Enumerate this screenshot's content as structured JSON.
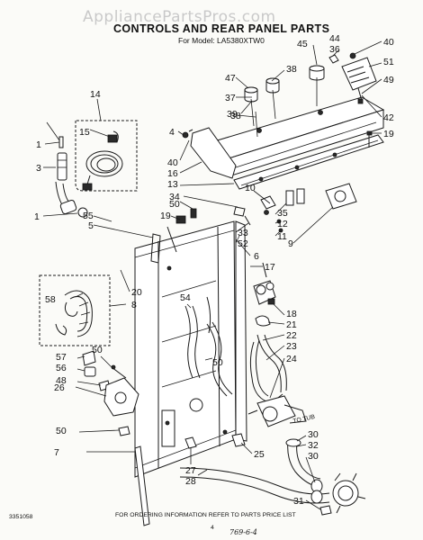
{
  "watermark": "AppliancePartsPros.com",
  "title": "CONTROLS AND REAR PANEL PARTS",
  "model_line": "For Model: LA5380XTW0",
  "footer": {
    "left_code": "3351058",
    "ordering_note": "FOR ORDERING INFORMATION REFER TO PARTS PRICE LIST",
    "page_number": "4",
    "handwritten": "769-6-4"
  },
  "callouts": [
    {
      "id": "c1",
      "text": "1"
    },
    {
      "id": "c3",
      "text": "3"
    },
    {
      "id": "c1b",
      "text": "1"
    },
    {
      "id": "c14",
      "text": "14"
    },
    {
      "id": "c15",
      "text": "15"
    },
    {
      "id": "c55",
      "text": "55"
    },
    {
      "id": "c5",
      "text": "5"
    },
    {
      "id": "c19a",
      "text": "19"
    },
    {
      "id": "c50a",
      "text": "50"
    },
    {
      "id": "c45",
      "text": "45"
    },
    {
      "id": "c44",
      "text": "44"
    },
    {
      "id": "c36",
      "text": "36"
    },
    {
      "id": "c40a",
      "text": "40"
    },
    {
      "id": "c47",
      "text": "47"
    },
    {
      "id": "c38a",
      "text": "38"
    },
    {
      "id": "c51",
      "text": "51"
    },
    {
      "id": "c37",
      "text": "37"
    },
    {
      "id": "c38b",
      "text": "38"
    },
    {
      "id": "c49",
      "text": "49"
    },
    {
      "id": "c39",
      "text": "39"
    },
    {
      "id": "c42",
      "text": "42"
    },
    {
      "id": "c4",
      "text": "4"
    },
    {
      "id": "c19b",
      "text": "19"
    },
    {
      "id": "c40b",
      "text": "40"
    },
    {
      "id": "c16",
      "text": "16"
    },
    {
      "id": "c13",
      "text": "13"
    },
    {
      "id": "c34",
      "text": "34"
    },
    {
      "id": "c10",
      "text": "10"
    },
    {
      "id": "c35",
      "text": "35"
    },
    {
      "id": "c12",
      "text": "12"
    },
    {
      "id": "c11",
      "text": "11"
    },
    {
      "id": "c9",
      "text": "9"
    },
    {
      "id": "c33",
      "text": "33"
    },
    {
      "id": "c52",
      "text": "52"
    },
    {
      "id": "c6",
      "text": "6"
    },
    {
      "id": "c17",
      "text": "17"
    },
    {
      "id": "c20",
      "text": "20"
    },
    {
      "id": "c8",
      "text": "8"
    },
    {
      "id": "c58",
      "text": "58"
    },
    {
      "id": "c54",
      "text": "54"
    },
    {
      "id": "c18",
      "text": "18"
    },
    {
      "id": "c21",
      "text": "21"
    },
    {
      "id": "c22",
      "text": "22"
    },
    {
      "id": "c23",
      "text": "23"
    },
    {
      "id": "c24",
      "text": "24"
    },
    {
      "id": "c57",
      "text": "57"
    },
    {
      "id": "c56",
      "text": "56"
    },
    {
      "id": "c48",
      "text": "48"
    },
    {
      "id": "c50b",
      "text": "50"
    },
    {
      "id": "c50c",
      "text": "50"
    },
    {
      "id": "c26",
      "text": "26"
    },
    {
      "id": "c50d",
      "text": "50"
    },
    {
      "id": "c7",
      "text": "7"
    },
    {
      "id": "c25",
      "text": "25"
    },
    {
      "id": "c30a",
      "text": "30"
    },
    {
      "id": "c32",
      "text": "32"
    },
    {
      "id": "c30b",
      "text": "30"
    },
    {
      "id": "c27",
      "text": "27"
    },
    {
      "id": "c28",
      "text": "28"
    },
    {
      "id": "c31",
      "text": "31"
    }
  ],
  "hose_tag": "TO TUB"
}
